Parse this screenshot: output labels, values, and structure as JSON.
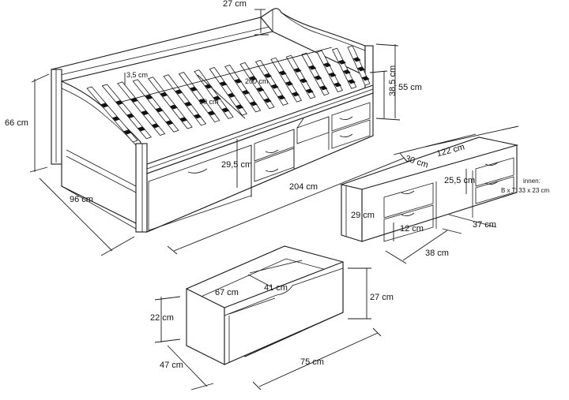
{
  "bed": {
    "top_width": "27 cm",
    "height_total": "66 cm",
    "depth": "96 cm",
    "slat_width": "3,5 cm",
    "inner_length": "200 cm",
    "inner_width": "90 cm",
    "under_clearance": "29,5 cm",
    "outer_length": "204 cm",
    "headboard_height": "55 cm",
    "side_height": "38,5 cm"
  },
  "cabinet": {
    "length": "122 cm",
    "section": "30 cm",
    "compartment_height": "25,5 cm",
    "inner_note_title": "innen:",
    "inner_note_dims": "B x T: 33 x 23 cm",
    "height": "29 cm",
    "drawer_height": "12 cm",
    "depth": "37 cm",
    "base_width": "38 cm"
  },
  "drawer": {
    "length_inner": "67 cm",
    "width_inner": "41 cm",
    "height": "27 cm",
    "front_height": "22 cm",
    "depth": "47 cm",
    "length": "75 cm"
  }
}
